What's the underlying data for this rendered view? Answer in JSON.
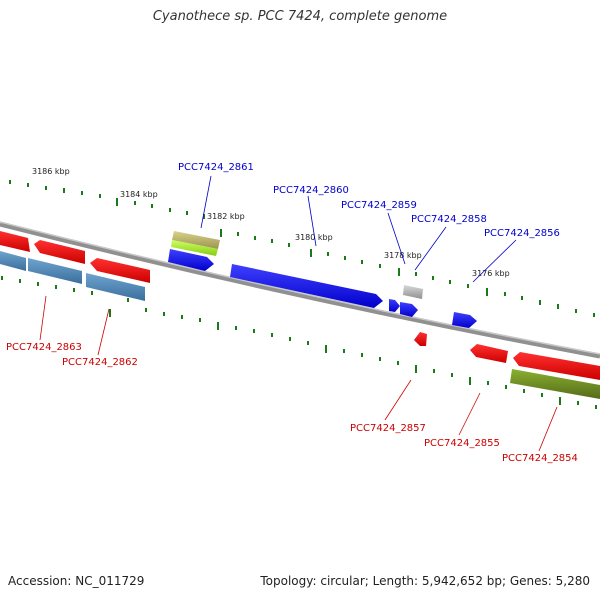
{
  "title": "Cyanothece sp. PCC 7424, complete genome",
  "footer": {
    "accession": "Accession: NC_011729",
    "summary": "Topology: circular; Length: 5,942,652 bp; Genes: 5,280"
  },
  "scale_labels": [
    "3186 kbp",
    "3184 kbp",
    "3182 kbp",
    "3180 kbp",
    "3178 kbp",
    "3176 kbp"
  ],
  "genes_forward": [
    {
      "id": "gene-2861",
      "label": "PCC7424_2861"
    },
    {
      "id": "gene-2860",
      "label": "PCC7424_2860"
    },
    {
      "id": "gene-2859",
      "label": "PCC7424_2859"
    },
    {
      "id": "gene-2858",
      "label": "PCC7424_2858"
    },
    {
      "id": "gene-2856",
      "label": "PCC7424_2856"
    }
  ],
  "genes_reverse": [
    {
      "id": "gene-2863",
      "label": "PCC7424_2863"
    },
    {
      "id": "gene-2862",
      "label": "PCC7424_2862"
    },
    {
      "id": "gene-2857",
      "label": "PCC7424_2857"
    },
    {
      "id": "gene-2855",
      "label": "PCC7424_2855"
    },
    {
      "id": "gene-2854",
      "label": "PCC7424_2854"
    }
  ],
  "colors": {
    "forward_label": "#0000cc",
    "reverse_label": "#cc0000",
    "forward_gene": "#0000ee",
    "reverse_gene": "#ee0000",
    "steel_gene": "#4682b4",
    "olive_gene": "#6b8e23",
    "khaki_gene": "#bdb76b",
    "lime_gene": "#adff2f",
    "grey_gene": "#b0b0b0",
    "backbone": "#888888",
    "tick": "#1a7a1a"
  }
}
